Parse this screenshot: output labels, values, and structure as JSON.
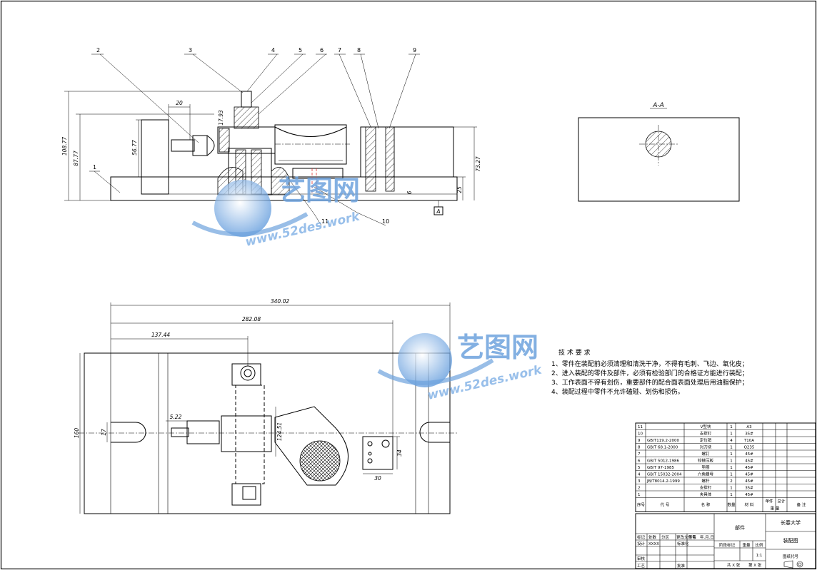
{
  "balloons": [
    "1",
    "2",
    "3",
    "4",
    "5",
    "6",
    "7",
    "8",
    "9",
    "10",
    "11"
  ],
  "front_dims": {
    "d_108": "108.77",
    "d_87": "87.77",
    "d_56": "56.77",
    "d_20": "20",
    "d_17": "17.93",
    "d_73": "73.27",
    "d_25": "25",
    "d_6": "6"
  },
  "datum_label": "A",
  "section_label": "A-A",
  "plan_dims": {
    "d_340": "340.02",
    "d_282": "282.08",
    "d_137": "137.44",
    "d_5": "5.22",
    "d_160": "160",
    "d_17": "17",
    "d_124": "124.51",
    "d_34": "34",
    "d_30": "30"
  },
  "notes": {
    "title": "技 术 要 求",
    "lines": [
      "1、零件在装配前必须清理和清洗干净，不得有毛刺、飞边、氧化皮；",
      "2、进入装配的零件及部件，必须有检验部门的合格证方能进行装配；",
      "3、工作表面不得有划伤，重要部件的配合面表面处理后用油脂保护；",
      "4、装配过程中零件不允许磕碰、划伤和损伤。"
    ]
  },
  "bom": [
    {
      "no": "11",
      "code": "",
      "name": "V型块",
      "qty": "1",
      "mat": "A3"
    },
    {
      "no": "10",
      "code": "",
      "name": "支撑钉",
      "qty": "1",
      "mat": "35#"
    },
    {
      "no": "9",
      "code": "GB/T119.2-2000",
      "name": "定位销",
      "qty": "4",
      "mat": "T10A"
    },
    {
      "no": "8",
      "code": "GB/T 68.1-2000",
      "name": "对刀块",
      "qty": "1",
      "mat": "Q235"
    },
    {
      "no": "7",
      "code": "",
      "name": "螺钉",
      "qty": "1",
      "mat": "45#"
    },
    {
      "no": "6",
      "code": "GB/T 5012-1986",
      "name": "铰链压板",
      "qty": "1",
      "mat": "45#"
    },
    {
      "no": "5",
      "code": "GB/T 97-1985",
      "name": "垫圈",
      "qty": "1",
      "mat": "45#"
    },
    {
      "no": "4",
      "code": "GB/T 15032-2004",
      "name": "六角螺母",
      "qty": "1",
      "mat": "45#"
    },
    {
      "no": "3",
      "code": "JB/T8014.2-1999",
      "name": "螺杆",
      "qty": "2",
      "mat": "45#"
    },
    {
      "no": "2",
      "code": "",
      "name": "支撑钉",
      "qty": "1",
      "mat": "35#"
    },
    {
      "no": "1",
      "code": "",
      "name": "夹具体",
      "qty": "1",
      "mat": "45#"
    }
  ],
  "bom_header": {
    "no": "序号",
    "code": "代 号",
    "name": "名 称",
    "qty": "数量",
    "mat": "材 料",
    "unit": "单件",
    "total": "总计",
    "weight": "重 量",
    "note": "备 注"
  },
  "title_block": {
    "school": "长春大学",
    "drawing": "装配图",
    "drawing_no": "图纸代号",
    "part": "部件",
    "scale": "1:1",
    "stage": "阶段标记",
    "weight": "重量",
    "ratio": "比例",
    "designer": "设计",
    "designer_name": "XXXX",
    "standard": "标准化",
    "check": "审核",
    "process": "工艺",
    "approve": "批准",
    "mark": "标记",
    "count": "处数",
    "zone": "分区",
    "change": "更改文件号",
    "sign": "签名",
    "date": "年.月.日",
    "sheets": "共 X 张",
    "sheet": "第 X 张"
  },
  "watermark": {
    "cn": "艺图网",
    "url": "www.52des.work"
  }
}
